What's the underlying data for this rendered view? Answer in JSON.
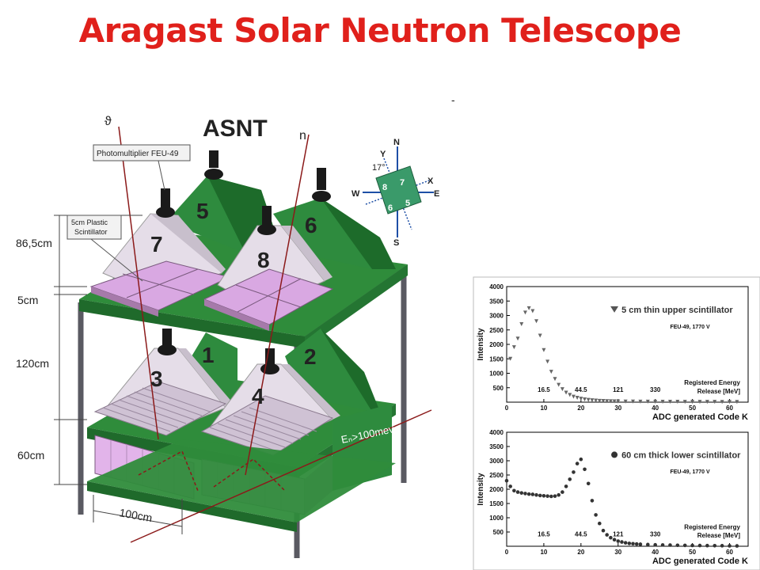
{
  "title": "Aragast Solar Neutron Telescope",
  "stray_mark": "-",
  "diagram": {
    "label": "ASNT",
    "callouts": {
      "photomultiplier": "Photomultiplier FEU-49",
      "scintillator_line1": "5cm Plastic",
      "scintillator_line2": "Scintillator"
    },
    "particle_labels": {
      "gamma": "ϑ",
      "neutron": "n",
      "energy": "Eₙ>100mev"
    },
    "detector_numbers": [
      "1",
      "2",
      "3",
      "4",
      "5",
      "6",
      "7",
      "8"
    ],
    "dimensions": {
      "top": "86,5cm",
      "thin": "5cm",
      "middle": "120cm",
      "bottom": "60cm",
      "width": "100cm"
    },
    "compass": {
      "n": "N",
      "s": "S",
      "e": "E",
      "w": "W",
      "x": "X",
      "y": "Y",
      "angle": "17°",
      "cells": [
        "8",
        "7",
        "6",
        "5"
      ]
    },
    "colors": {
      "green": "#2e8b3e",
      "pink": "#e6b4ec",
      "frame": "#5a5a62"
    }
  },
  "chart_data": [
    {
      "type": "scatter",
      "ylabel": "Intensity",
      "xlabel": "ADC generated Code K",
      "legend": "5 cm thin upper scintillator",
      "subtitle": "FEU-49, 1770 V",
      "note_line1": "Registered Energy",
      "note_line2": "Release [MeV]",
      "marker": "triangle-down",
      "xlim": [
        0,
        65
      ],
      "ylim": [
        0,
        4000
      ],
      "xticks": [
        "0",
        "10",
        "20",
        "30",
        "40",
        "50",
        "60"
      ],
      "yticks": [
        "500",
        "1000",
        "1500",
        "2000",
        "2500",
        "3000",
        "3500",
        "4000"
      ],
      "energy_labels": [
        {
          "x": 10,
          "t": "16.5"
        },
        {
          "x": 20,
          "t": "44.5"
        },
        {
          "x": 30,
          "t": "121"
        },
        {
          "x": 40,
          "t": "330"
        }
      ],
      "x": [
        1,
        2,
        3,
        4,
        5,
        6,
        7,
        8,
        9,
        10,
        11,
        12,
        13,
        14,
        15,
        16,
        17,
        18,
        19,
        20,
        21,
        22,
        23,
        24,
        25,
        26,
        27,
        28,
        29,
        30,
        32,
        34,
        36,
        38,
        40,
        42,
        44,
        46,
        48,
        50,
        52,
        54,
        56,
        58,
        60,
        62
      ],
      "y": [
        1500,
        1900,
        2200,
        2700,
        3100,
        3250,
        3150,
        2800,
        2300,
        1800,
        1400,
        1050,
        800,
        600,
        450,
        330,
        250,
        190,
        150,
        120,
        95,
        80,
        65,
        55,
        45,
        40,
        35,
        30,
        28,
        25,
        22,
        20,
        18,
        16,
        15,
        14,
        13,
        12,
        11,
        10,
        10,
        9,
        9,
        8,
        8,
        8
      ]
    },
    {
      "type": "scatter",
      "ylabel": "Intensity",
      "xlabel": "ADC generated Code K",
      "legend": "60 cm thick lower scintillator",
      "subtitle": "FEU-49, 1770 V",
      "note_line1": "Registered Energy",
      "note_line2": "Release [MeV]",
      "marker": "circle",
      "xlim": [
        0,
        65
      ],
      "ylim": [
        0,
        4000
      ],
      "xticks": [
        "0",
        "10",
        "20",
        "30",
        "40",
        "50",
        "60"
      ],
      "yticks": [
        "500",
        "1000",
        "1500",
        "2000",
        "2500",
        "3000",
        "3500",
        "4000"
      ],
      "energy_labels": [
        {
          "x": 10,
          "t": "16.5"
        },
        {
          "x": 20,
          "t": "44.5"
        },
        {
          "x": 30,
          "t": "121"
        },
        {
          "x": 40,
          "t": "330"
        }
      ],
      "x": [
        0,
        1,
        2,
        3,
        4,
        5,
        6,
        7,
        8,
        9,
        10,
        11,
        12,
        13,
        14,
        15,
        16,
        17,
        18,
        19,
        20,
        21,
        22,
        23,
        24,
        25,
        26,
        27,
        28,
        29,
        30,
        31,
        32,
        33,
        34,
        35,
        36,
        38,
        40,
        42,
        44,
        46,
        48,
        50,
        52,
        54,
        56,
        58,
        60,
        62
      ],
      "y": [
        2300,
        2100,
        1950,
        1900,
        1870,
        1850,
        1830,
        1820,
        1800,
        1780,
        1770,
        1760,
        1750,
        1760,
        1800,
        1900,
        2100,
        2350,
        2600,
        2900,
        3050,
        2700,
        2200,
        1600,
        1100,
        800,
        550,
        400,
        300,
        230,
        180,
        150,
        120,
        100,
        90,
        80,
        70,
        60,
        50,
        45,
        40,
        35,
        30,
        28,
        25,
        22,
        20,
        18,
        15,
        12
      ]
    }
  ]
}
